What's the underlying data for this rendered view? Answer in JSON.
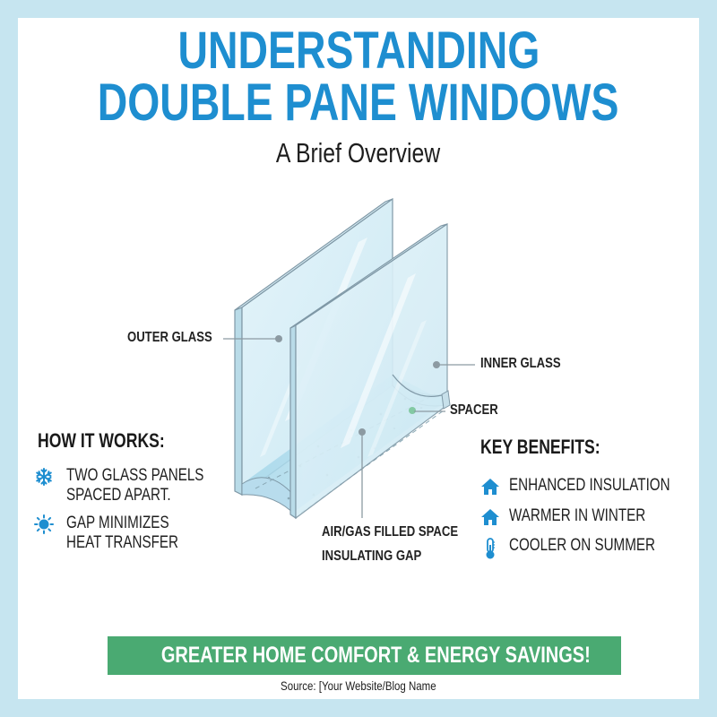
{
  "header": {
    "title_line1": "UNDERSTANDING",
    "title_line2": "DOUBLE PANE WINDOWS",
    "subtitle": "A Brief Overview"
  },
  "diagram": {
    "labels": {
      "outer_glass": "OUTER GLASS",
      "inner_glass": "INNER GLASS",
      "spacer": "SPACER",
      "gap_line1": "AIR/GAS FILLED SPACE",
      "gap_line2": "INSULATING GAP"
    },
    "colors": {
      "glass_fill": "#d6eef6",
      "glass_edge": "#7f98a6",
      "gap_fill": "#a9d8ea"
    }
  },
  "how_it_works": {
    "heading": "HOW IT WORKS:",
    "items": [
      {
        "icon": "snowflake-icon",
        "line1": "TWO GLASS PANELS",
        "line2": "SPACED APART."
      },
      {
        "icon": "sun-icon",
        "line1": "GAP MINIMIZES",
        "line2": "HEAT TRANSFER"
      }
    ]
  },
  "key_benefits": {
    "heading": "KEY BENEFITS:",
    "items": [
      {
        "icon": "house-icon",
        "label": "ENHANCED INSULATION"
      },
      {
        "icon": "house-icon",
        "label": "WARMER IN WINTER"
      },
      {
        "icon": "thermometer-icon",
        "label": "COOLER ON SUMMER"
      }
    ]
  },
  "footer": {
    "banner": "GREATER HOME COMFORT & ENERGY SAVINGS!",
    "source": "Source: [Your Website/Blog Name"
  },
  "theme": {
    "background": "#c6e5f0",
    "title_color": "#1e8ed0",
    "icon_color": "#1e8ed0",
    "banner_color": "#4aaa72"
  }
}
